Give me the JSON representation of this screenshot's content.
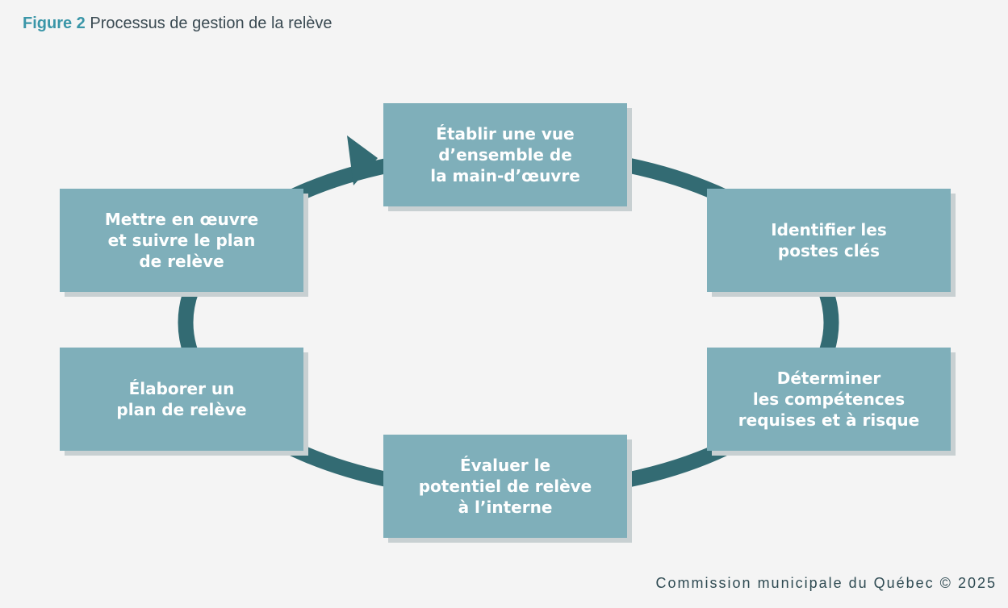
{
  "figure": {
    "label": "Figure 2",
    "title": "Processus de gestion de la relève"
  },
  "steps": [
    {
      "label": "Établir une vue\nd’ensemble de\nla main-d’œuvre"
    },
    {
      "label": "Identifier les\npostes clés"
    },
    {
      "label": "Déterminer\nles compétences\nrequises et à risque"
    },
    {
      "label": "Évaluer le\npotentiel de relève\nà l’interne"
    },
    {
      "label": "Élaborer un\nplan de relève"
    },
    {
      "label": "Mettre en œuvre\net suivre le plan\nde relève"
    }
  ],
  "colors": {
    "box": "#7fafba",
    "arrow": "#336b73",
    "title_accent": "#3a96a8"
  },
  "credit": "Commission municipale du Québec © 2025"
}
